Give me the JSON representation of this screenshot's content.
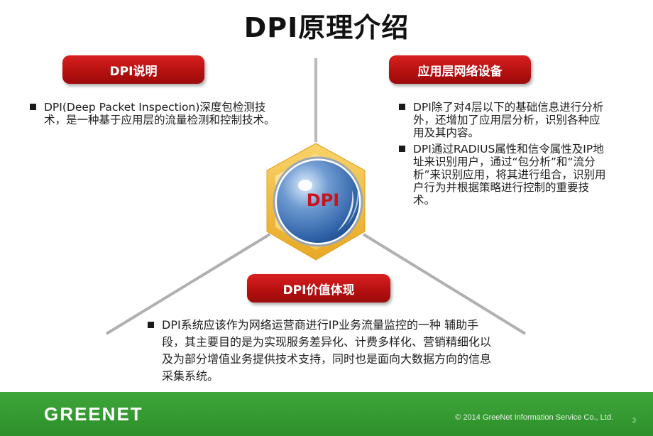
{
  "title": "DPI原理介绍",
  "left": {
    "header": "DPI说明",
    "bullets": [
      "DPI(Deep Packet Inspection)深度包检测技术，是一种基于应用层的流量检测和控制技术。"
    ]
  },
  "right": {
    "header": "应用层网络设备",
    "bullets": [
      "DPI除了对4层以下的基础信息进行分析外，还增加了应用层分析，识别各种应用及其内容。",
      "DPI通过RADIUS属性和信令属性及IP地址来识别用户，通过“包分析”和“流分析”来识别应用，将其进行组合，识别用户行为并根据策略进行控制的重要技术。"
    ]
  },
  "bottom": {
    "header": "DPI价值体现",
    "bullets": [
      "DPI系统应该作为网络运营商进行IP业务流量监控的一种  辅助手段，其主要目的是为实现服务差异化、计费多样化、营销精细化以及为部分增值业务提供技术支持，同时也是面向大数据方向的信息采集系统。"
    ]
  },
  "center": {
    "label": "DPI"
  },
  "footer": {
    "logo": "GREENET",
    "copyright": "© 2014 GreeNet Information Service Co., Ltd.",
    "page": "3"
  },
  "colors": {
    "accent_red": "#c8141a",
    "footer_green": "#3ea63a",
    "hex_gold": "#f5c13c"
  }
}
